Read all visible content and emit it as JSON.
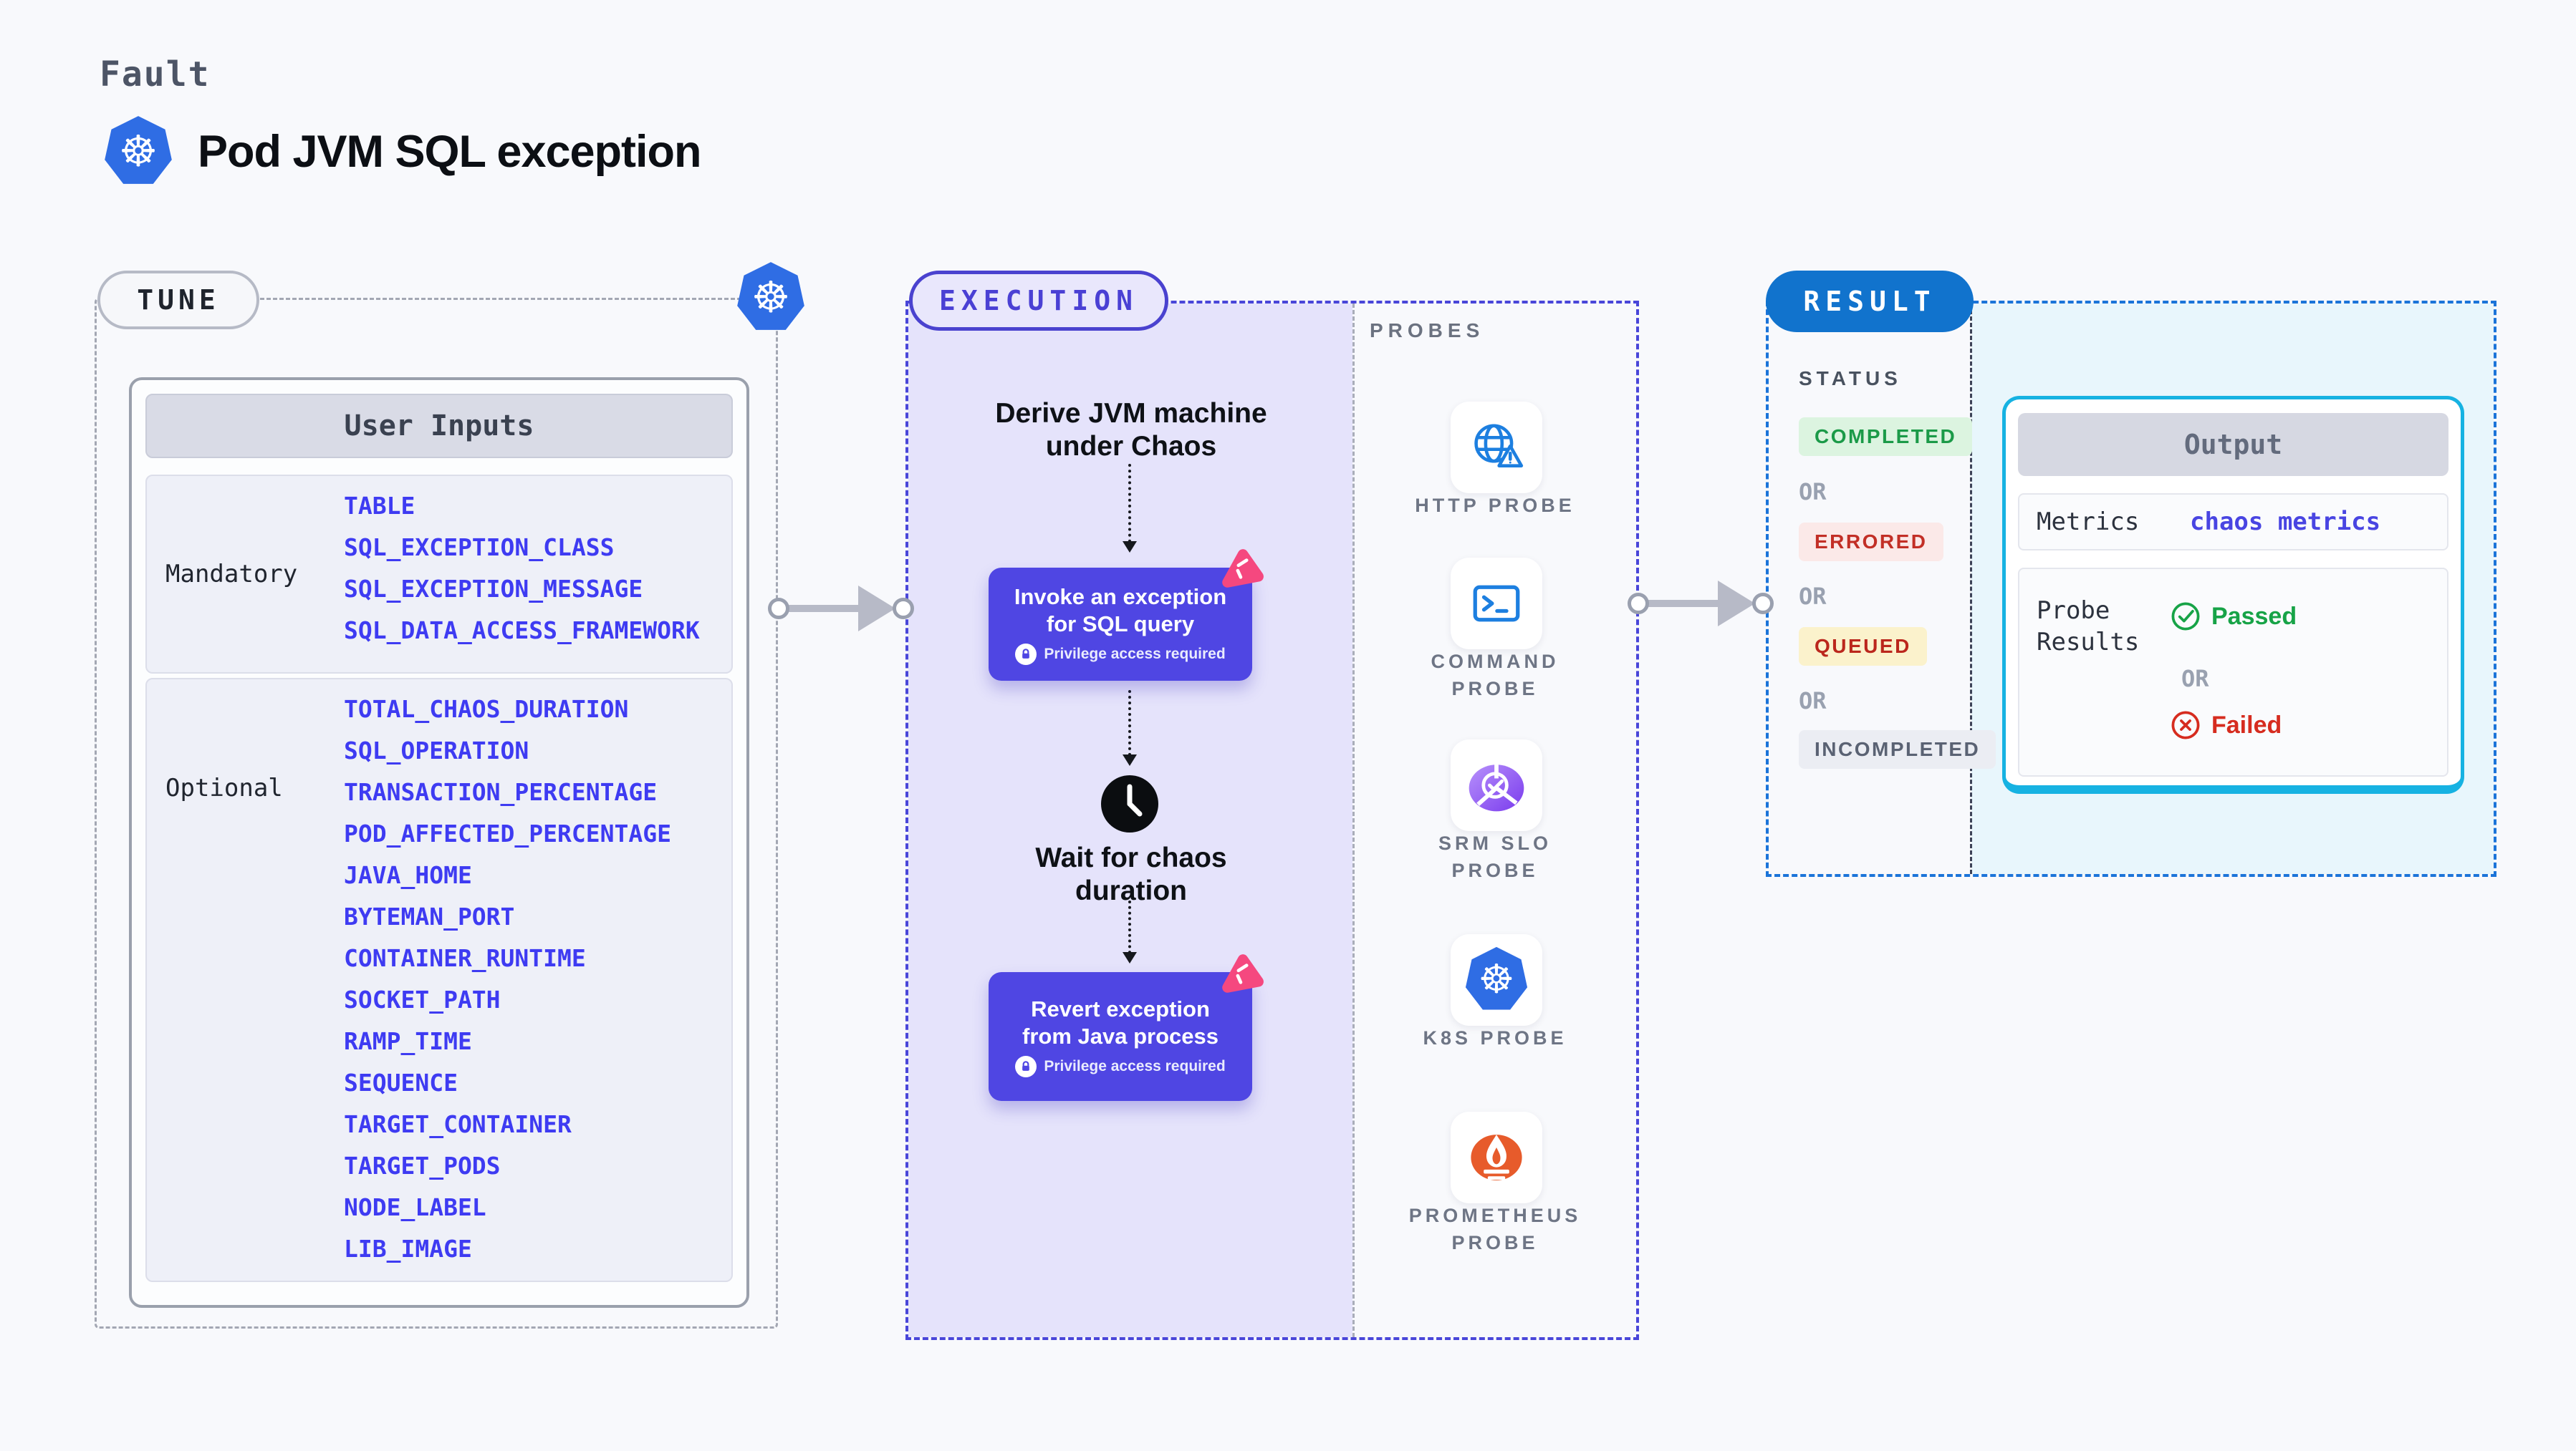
{
  "page": {
    "category_label": "Fault",
    "title": "Pod JVM SQL exception"
  },
  "icons": {
    "kubernetes_glyph": "☸"
  },
  "tune": {
    "badge": "TUNE",
    "table_title": "User Inputs",
    "mandatory": {
      "label": "Mandatory",
      "items": [
        "TABLE",
        "SQL_EXCEPTION_CLASS",
        "SQL_EXCEPTION_MESSAGE",
        "SQL_DATA_ACCESS_FRAMEWORK"
      ]
    },
    "optional": {
      "label": "Optional",
      "items": [
        "TOTAL_CHAOS_DURATION",
        "SQL_OPERATION",
        "TRANSACTION_PERCENTAGE",
        "POD_AFFECTED_PERCENTAGE",
        "JAVA_HOME",
        "BYTEMAN_PORT",
        "CONTAINER_RUNTIME",
        "SOCKET_PATH",
        "RAMP_TIME",
        "SEQUENCE",
        "TARGET_CONTAINER",
        "TARGET_PODS",
        "NODE_LABEL",
        "LIB_IMAGE"
      ]
    }
  },
  "execution": {
    "badge": "EXECUTION",
    "derive_step": "Derive JVM machine\nunder Chaos",
    "invoke_step": "Invoke an exception\nfor SQL query",
    "wait_step": "Wait for chaos\nduration",
    "revert_step": "Revert exception\nfrom Java process",
    "privilege_note": "Privilege access required"
  },
  "probes": {
    "heading": "PROBES",
    "items": [
      {
        "label": "HTTP PROBE",
        "icon": "globe-alert-icon"
      },
      {
        "label": "COMMAND\nPROBE",
        "icon": "terminal-icon"
      },
      {
        "label": "SRM SLO\nPROBE",
        "icon": "slo-gauge-icon"
      },
      {
        "label": "K8S PROBE",
        "icon": "kubernetes-icon"
      },
      {
        "label": "PROMETHEUS\nPROBE",
        "icon": "prometheus-icon"
      }
    ]
  },
  "result": {
    "badge": "RESULT",
    "status_heading": "STATUS",
    "or_label": "OR",
    "statuses": [
      {
        "label": "COMPLETED",
        "kind": "success",
        "text_color": "#1b9a48",
        "bg_color": "#dcf4e0"
      },
      {
        "label": "ERRORED",
        "kind": "error",
        "text_color": "#c22f26",
        "bg_color": "#fbe9e8"
      },
      {
        "label": "QUEUED",
        "kind": "warning",
        "text_color": "#bb271d",
        "bg_color": "#fbf2cc"
      },
      {
        "label": "INCOMPLETED",
        "kind": "neutral",
        "text_color": "#5a6273",
        "bg_color": "#ebedf3"
      }
    ],
    "output": {
      "title": "Output",
      "metrics_label": "Metrics",
      "metrics_value": "chaos metrics",
      "probe_results_label": "Probe\nResults",
      "passed_label": "Passed",
      "or_label": "OR",
      "failed_label": "Failed"
    }
  },
  "colors": {
    "page_bg": "#f8f9fc",
    "item_blue": "#3e3bf2",
    "execution_indigo": "#4f46e3",
    "execution_bg": "#e5e3fb",
    "litmus_pink": "#f5487f",
    "result_blue": "#1173cd",
    "result_bg": "#e8f6fc",
    "output_border": "#16b2e2",
    "passed_green": "#17a347",
    "failed_red": "#d62c1f",
    "kubernetes_blue": "#2f6de4",
    "prometheus_orange": "#e75b2b"
  }
}
